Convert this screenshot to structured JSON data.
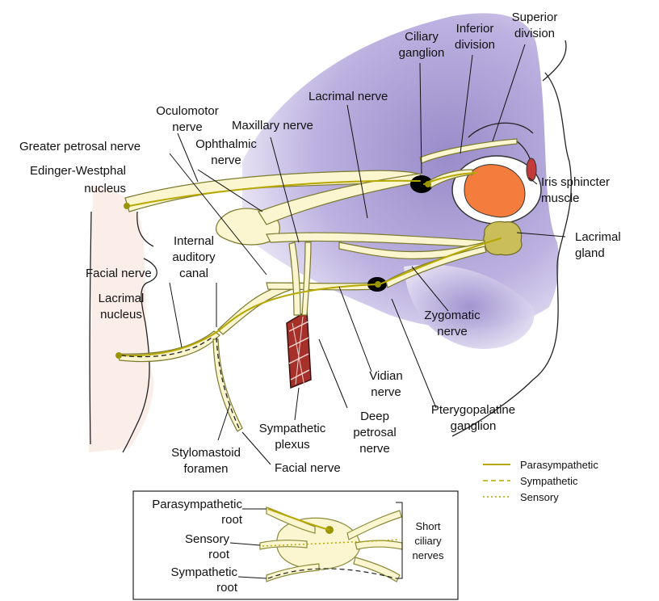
{
  "labels": {
    "ciliary_ganglion": [
      "Ciliary",
      "ganglion"
    ],
    "inferior_division": [
      "Inferior",
      "division"
    ],
    "superior_division": [
      "Superior",
      "division"
    ],
    "lacrimal_nerve": "Lacrimal nerve",
    "oculomotor_nerve": [
      "Oculomotor",
      "nerve"
    ],
    "maxillary_nerve": "Maxillary nerve",
    "greater_petrosal_nerve": "Greater petrosal nerve",
    "ophthalmic_nerve": [
      "Ophthalmic",
      "nerve"
    ],
    "edinger_westphal_nucleus": [
      "Edinger-Westphal",
      "nucleus"
    ],
    "iris_sphincter_muscle": [
      "Iris sphincter",
      "muscle"
    ],
    "internal_auditory_canal": [
      "Internal",
      "auditory",
      "canal"
    ],
    "lacrimal_gland": [
      "Lacrimal",
      "gland"
    ],
    "facial_nerve_upper": "Facial nerve",
    "lacrimal_nucleus": [
      "Lacrimal",
      "nucleus"
    ],
    "zygomatic_nerve": [
      "Zygomatic",
      "nerve"
    ],
    "vidian_nerve": [
      "Vidian",
      "nerve"
    ],
    "deep_petrosal_nerve": [
      "Deep",
      "petrosal",
      "nerve"
    ],
    "pterygopalatine_ganglion": [
      "Pterygopalatine",
      "ganglion"
    ],
    "sympathetic_plexus": [
      "Sympathetic",
      "plexus"
    ],
    "stylomastoid_foramen": [
      "Stylomastoid",
      "foramen"
    ],
    "facial_nerve_lower": "Facial nerve"
  },
  "legend": {
    "items": [
      {
        "label": "Parasympathetic",
        "style": "solid"
      },
      {
        "label": "Sympathetic",
        "style": "dashed"
      },
      {
        "label": "Sensory",
        "style": "dotted"
      }
    ]
  },
  "inset": {
    "parasympathetic_root": [
      "Parasympathetic",
      "root"
    ],
    "sensory_root": [
      "Sensory",
      "root"
    ],
    "sympathetic_root": [
      "Sympathetic",
      "root"
    ],
    "short_ciliary_nerves": [
      "Short",
      "ciliary",
      "nerves"
    ]
  },
  "colors": {
    "nerve_fill": "#fbf6cf",
    "nerve_stroke": "#8a8a3a",
    "parasympathetic_line": "#b7a700",
    "ganglion_dot": "#9a9400",
    "orbit_purple": "#a89ad0",
    "orbit_purple_light": "#d9d2ef",
    "eye_orange": "#f47c3c",
    "lacrimal_gland": "#c9be5a",
    "artery_red": "#a6302a",
    "brainstem_pink": "#f7e4de"
  }
}
